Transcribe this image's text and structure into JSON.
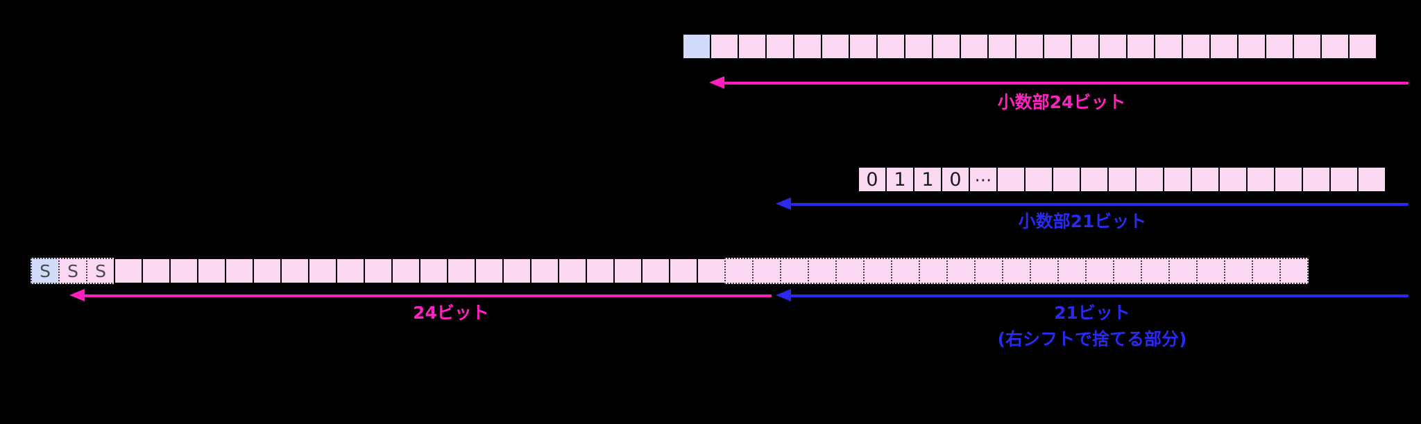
{
  "diagram": {
    "title": "fixed-point right-shift bit layout",
    "background": "#000000",
    "colors": {
      "accent_magenta": "#ff22c0",
      "accent_blue": "#2a2aee",
      "cell_pink": "#fcd9f2",
      "cell_blue": "#d3dbfb",
      "cell_border": "#000000"
    }
  },
  "rows": {
    "top": {
      "name": "fraction-24bit-row",
      "cell_count": 25,
      "cells": [
        {
          "text": "",
          "fill": "blue",
          "border": "solid"
        },
        {
          "text": "",
          "fill": "pink",
          "border": "solid"
        },
        {
          "text": "",
          "fill": "pink",
          "border": "solid"
        },
        {
          "text": "",
          "fill": "pink",
          "border": "solid"
        },
        {
          "text": "",
          "fill": "pink",
          "border": "solid"
        },
        {
          "text": "",
          "fill": "pink",
          "border": "solid"
        },
        {
          "text": "",
          "fill": "pink",
          "border": "solid"
        },
        {
          "text": "",
          "fill": "pink",
          "border": "solid"
        },
        {
          "text": "",
          "fill": "pink",
          "border": "solid"
        },
        {
          "text": "",
          "fill": "pink",
          "border": "solid"
        },
        {
          "text": "",
          "fill": "pink",
          "border": "solid"
        },
        {
          "text": "",
          "fill": "pink",
          "border": "solid"
        },
        {
          "text": "",
          "fill": "pink",
          "border": "solid"
        },
        {
          "text": "",
          "fill": "pink",
          "border": "solid"
        },
        {
          "text": "",
          "fill": "pink",
          "border": "solid"
        },
        {
          "text": "",
          "fill": "pink",
          "border": "solid"
        },
        {
          "text": "",
          "fill": "pink",
          "border": "solid"
        },
        {
          "text": "",
          "fill": "pink",
          "border": "solid"
        },
        {
          "text": "",
          "fill": "pink",
          "border": "solid"
        },
        {
          "text": "",
          "fill": "pink",
          "border": "solid"
        },
        {
          "text": "",
          "fill": "pink",
          "border": "solid"
        },
        {
          "text": "",
          "fill": "pink",
          "border": "solid"
        },
        {
          "text": "",
          "fill": "pink",
          "border": "solid"
        },
        {
          "text": "",
          "fill": "pink",
          "border": "solid"
        },
        {
          "text": "",
          "fill": "pink",
          "border": "solid"
        }
      ],
      "label": "小数部24ビット",
      "label_color": "#ff22c0",
      "arrow_color": "#ff22c0",
      "arrow_direction": "left"
    },
    "middle": {
      "name": "fraction-21bit-row",
      "cell_count": 19,
      "cells": [
        {
          "text": "0",
          "fill": "pink",
          "border": "solid"
        },
        {
          "text": "1",
          "fill": "pink",
          "border": "solid"
        },
        {
          "text": "1",
          "fill": "pink",
          "border": "solid"
        },
        {
          "text": "0",
          "fill": "pink",
          "border": "solid"
        },
        {
          "text": "⋯",
          "fill": "pink",
          "border": "solid"
        },
        {
          "text": "",
          "fill": "pink",
          "border": "solid"
        },
        {
          "text": "",
          "fill": "pink",
          "border": "solid"
        },
        {
          "text": "",
          "fill": "pink",
          "border": "solid"
        },
        {
          "text": "",
          "fill": "pink",
          "border": "solid"
        },
        {
          "text": "",
          "fill": "pink",
          "border": "solid"
        },
        {
          "text": "",
          "fill": "pink",
          "border": "solid"
        },
        {
          "text": "",
          "fill": "pink",
          "border": "solid"
        },
        {
          "text": "",
          "fill": "pink",
          "border": "solid"
        },
        {
          "text": "",
          "fill": "pink",
          "border": "solid"
        },
        {
          "text": "",
          "fill": "pink",
          "border": "solid"
        },
        {
          "text": "",
          "fill": "pink",
          "border": "solid"
        },
        {
          "text": "",
          "fill": "pink",
          "border": "solid"
        },
        {
          "text": "",
          "fill": "pink",
          "border": "solid"
        },
        {
          "text": "",
          "fill": "pink",
          "border": "solid"
        }
      ],
      "label": "小数部21ビット",
      "label_color": "#2a2aee",
      "arrow_color": "#2a2aee",
      "arrow_direction": "left"
    },
    "bottom": {
      "name": "combined-45bit-row",
      "cell_count": 46,
      "cells": [
        {
          "text": "S",
          "fill": "blue",
          "border": "dotted"
        },
        {
          "text": "S",
          "fill": "pink",
          "border": "dotted"
        },
        {
          "text": "S",
          "fill": "pink",
          "border": "dotted"
        },
        {
          "text": "",
          "fill": "pink",
          "border": "solid"
        },
        {
          "text": "",
          "fill": "pink",
          "border": "solid"
        },
        {
          "text": "",
          "fill": "pink",
          "border": "solid"
        },
        {
          "text": "",
          "fill": "pink",
          "border": "solid"
        },
        {
          "text": "",
          "fill": "pink",
          "border": "solid"
        },
        {
          "text": "",
          "fill": "pink",
          "border": "solid"
        },
        {
          "text": "",
          "fill": "pink",
          "border": "solid"
        },
        {
          "text": "",
          "fill": "pink",
          "border": "solid"
        },
        {
          "text": "",
          "fill": "pink",
          "border": "solid"
        },
        {
          "text": "",
          "fill": "pink",
          "border": "solid"
        },
        {
          "text": "",
          "fill": "pink",
          "border": "solid"
        },
        {
          "text": "",
          "fill": "pink",
          "border": "solid"
        },
        {
          "text": "",
          "fill": "pink",
          "border": "solid"
        },
        {
          "text": "",
          "fill": "pink",
          "border": "solid"
        },
        {
          "text": "",
          "fill": "pink",
          "border": "solid"
        },
        {
          "text": "",
          "fill": "pink",
          "border": "solid"
        },
        {
          "text": "",
          "fill": "pink",
          "border": "solid"
        },
        {
          "text": "",
          "fill": "pink",
          "border": "solid"
        },
        {
          "text": "",
          "fill": "pink",
          "border": "solid"
        },
        {
          "text": "",
          "fill": "pink",
          "border": "solid"
        },
        {
          "text": "",
          "fill": "pink",
          "border": "solid"
        },
        {
          "text": "",
          "fill": "pink",
          "border": "solid"
        },
        {
          "text": "",
          "fill": "pink",
          "border": "dotted"
        },
        {
          "text": "",
          "fill": "pink",
          "border": "dotted"
        },
        {
          "text": "",
          "fill": "pink",
          "border": "dotted"
        },
        {
          "text": "",
          "fill": "pink",
          "border": "dotted"
        },
        {
          "text": "",
          "fill": "pink",
          "border": "dotted"
        },
        {
          "text": "",
          "fill": "pink",
          "border": "dotted"
        },
        {
          "text": "",
          "fill": "pink",
          "border": "dotted"
        },
        {
          "text": "",
          "fill": "pink",
          "border": "dotted"
        },
        {
          "text": "",
          "fill": "pink",
          "border": "dotted"
        },
        {
          "text": "",
          "fill": "pink",
          "border": "dotted"
        },
        {
          "text": "",
          "fill": "pink",
          "border": "dotted"
        },
        {
          "text": "",
          "fill": "pink",
          "border": "dotted"
        },
        {
          "text": "",
          "fill": "pink",
          "border": "dotted"
        },
        {
          "text": "",
          "fill": "pink",
          "border": "dotted"
        },
        {
          "text": "",
          "fill": "pink",
          "border": "dotted"
        },
        {
          "text": "",
          "fill": "pink",
          "border": "dotted"
        },
        {
          "text": "",
          "fill": "pink",
          "border": "dotted"
        },
        {
          "text": "",
          "fill": "pink",
          "border": "dotted"
        },
        {
          "text": "",
          "fill": "pink",
          "border": "dotted"
        },
        {
          "text": "",
          "fill": "pink",
          "border": "dotted"
        },
        {
          "text": "",
          "fill": "pink",
          "border": "dotted"
        }
      ],
      "label_left": "24ビット",
      "label_left_color": "#ff22c0",
      "label_right_line1": "21ビット",
      "label_right_line2": "(右シフトで捨てる部分)",
      "label_right_color": "#2a2aee",
      "arrow_left_color": "#ff22c0",
      "arrow_right_color": "#2a2aee",
      "arrow_direction": "left"
    }
  }
}
